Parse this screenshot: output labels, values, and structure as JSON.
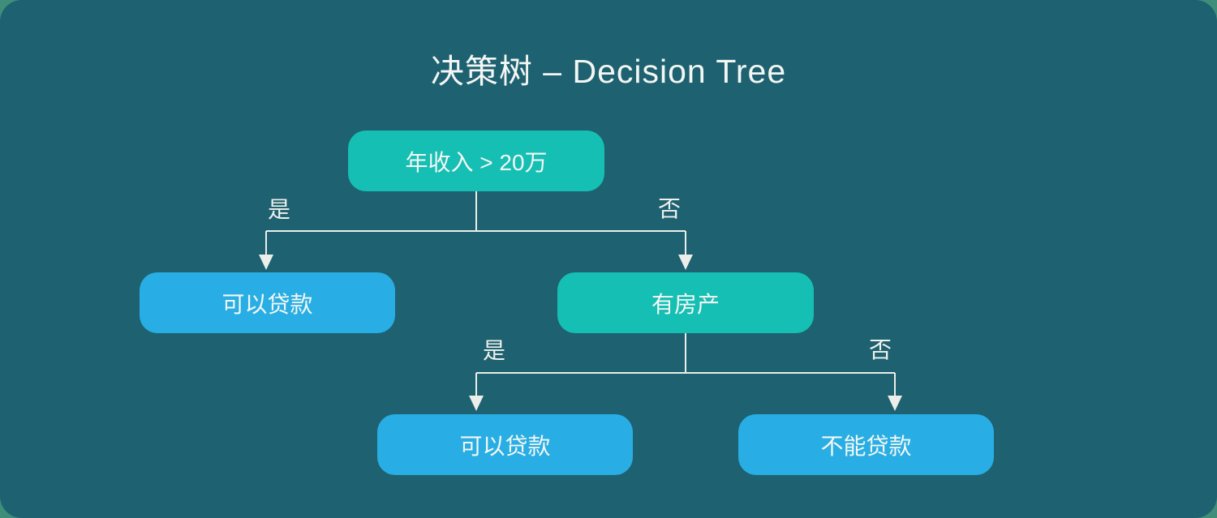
{
  "title": "决策树 – Decision Tree",
  "tree": {
    "nodes": [
      {
        "id": "root",
        "label": "年收入 > 20万",
        "type": "decision"
      },
      {
        "id": "approve-left",
        "label": "可以贷款",
        "type": "leaf"
      },
      {
        "id": "has-property",
        "label": "有房产",
        "type": "decision"
      },
      {
        "id": "approve-bottom",
        "label": "可以贷款",
        "type": "leaf"
      },
      {
        "id": "reject",
        "label": "不能贷款",
        "type": "leaf"
      }
    ],
    "edges": [
      {
        "from": "root",
        "to": "approve-left",
        "label": "是"
      },
      {
        "from": "root",
        "to": "has-property",
        "label": "否"
      },
      {
        "from": "has-property",
        "to": "approve-bottom",
        "label": "是"
      },
      {
        "from": "has-property",
        "to": "reject",
        "label": "否"
      }
    ]
  },
  "colors": {
    "page_background": "#3e8e7a",
    "canvas_background": "#1e6170",
    "decision_node": "#16bfb3",
    "outcome_node": "#28aee4",
    "connector": "#ebeeea",
    "text": "#f4f7f4"
  }
}
